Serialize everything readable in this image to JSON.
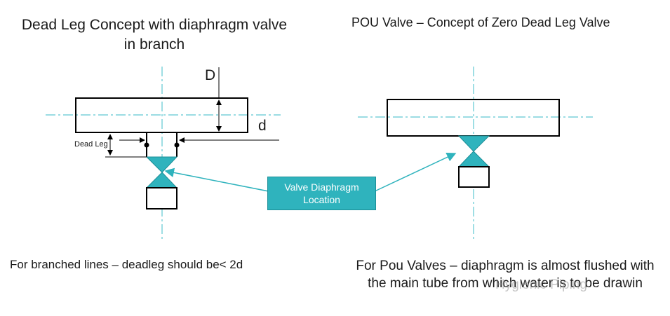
{
  "titles": {
    "left": "Dead Leg Concept with diaphragm valve in branch",
    "right": "POU Valve – Concept of Zero Dead Leg Valve"
  },
  "dimensions": {
    "big_d": "D",
    "small_d": "d",
    "dead_leg": "Dead Leg"
  },
  "callout": {
    "line1": "Valve Diaphragm",
    "line2": "Location"
  },
  "captions": {
    "left": "For branched lines – deadleg should be< 2d",
    "right": "For Pou Valves – diaphragm is almost flushed with the main tube from which water is to be drawin"
  },
  "watermark": "Hygienic Piping",
  "colors": {
    "teal": "#2fb3bd",
    "centerline": "#5fc8d2",
    "outline": "#000000"
  }
}
